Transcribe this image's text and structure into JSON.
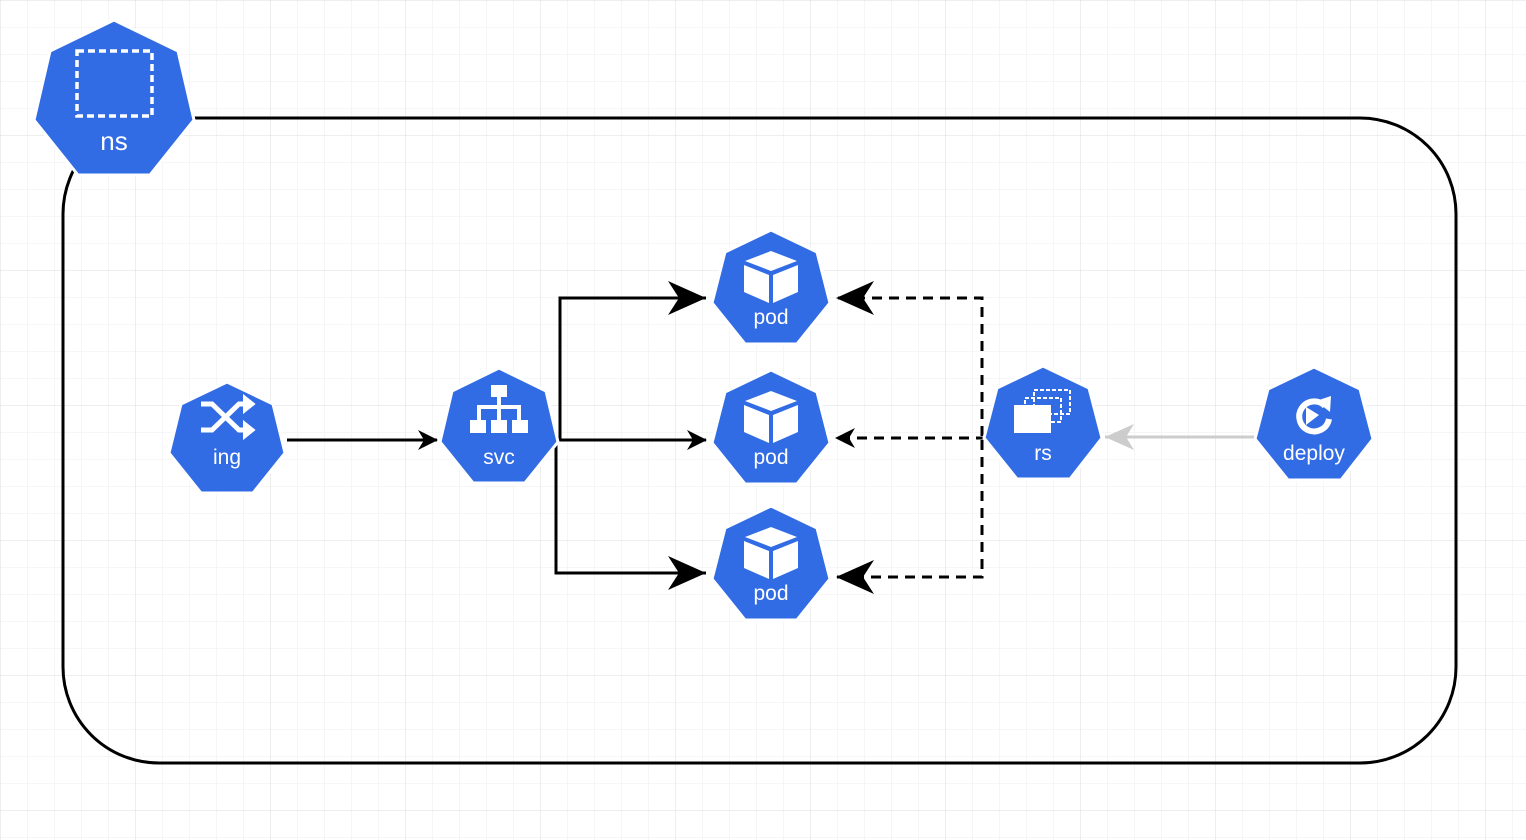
{
  "colors": {
    "node_fill": "#326ce5",
    "node_stroke": "#ffffff",
    "grid_minor": "#eeeeee",
    "grid_major": "#dcdcdc",
    "edge": "#000000",
    "edge_owner": "#cccccc",
    "boundary": "#000000",
    "background": "#ffffff"
  },
  "namespace": {
    "label": "ns",
    "icon": "namespace-dashed-square-icon"
  },
  "nodes": [
    {
      "id": "ing",
      "label": "ing",
      "icon": "ingress-shuffle-icon"
    },
    {
      "id": "svc",
      "label": "svc",
      "icon": "service-hierarchy-icon"
    },
    {
      "id": "pod1",
      "label": "pod",
      "icon": "pod-cube-icon"
    },
    {
      "id": "pod2",
      "label": "pod",
      "icon": "pod-cube-icon"
    },
    {
      "id": "pod3",
      "label": "pod",
      "icon": "pod-cube-icon"
    },
    {
      "id": "rs",
      "label": "rs",
      "icon": "replicaset-stacked-windows-icon"
    },
    {
      "id": "deploy",
      "label": "deploy",
      "icon": "deployment-refresh-icon"
    }
  ],
  "edges": [
    {
      "from": "ing",
      "to": "svc",
      "style": "solid"
    },
    {
      "from": "svc",
      "to": "pod1",
      "style": "solid"
    },
    {
      "from": "svc",
      "to": "pod2",
      "style": "solid"
    },
    {
      "from": "svc",
      "to": "pod3",
      "style": "solid"
    },
    {
      "from": "rs",
      "to": "pod1",
      "style": "dashed"
    },
    {
      "from": "rs",
      "to": "pod2",
      "style": "dashed"
    },
    {
      "from": "rs",
      "to": "pod3",
      "style": "dashed"
    },
    {
      "from": "deploy",
      "to": "rs",
      "style": "light"
    }
  ]
}
